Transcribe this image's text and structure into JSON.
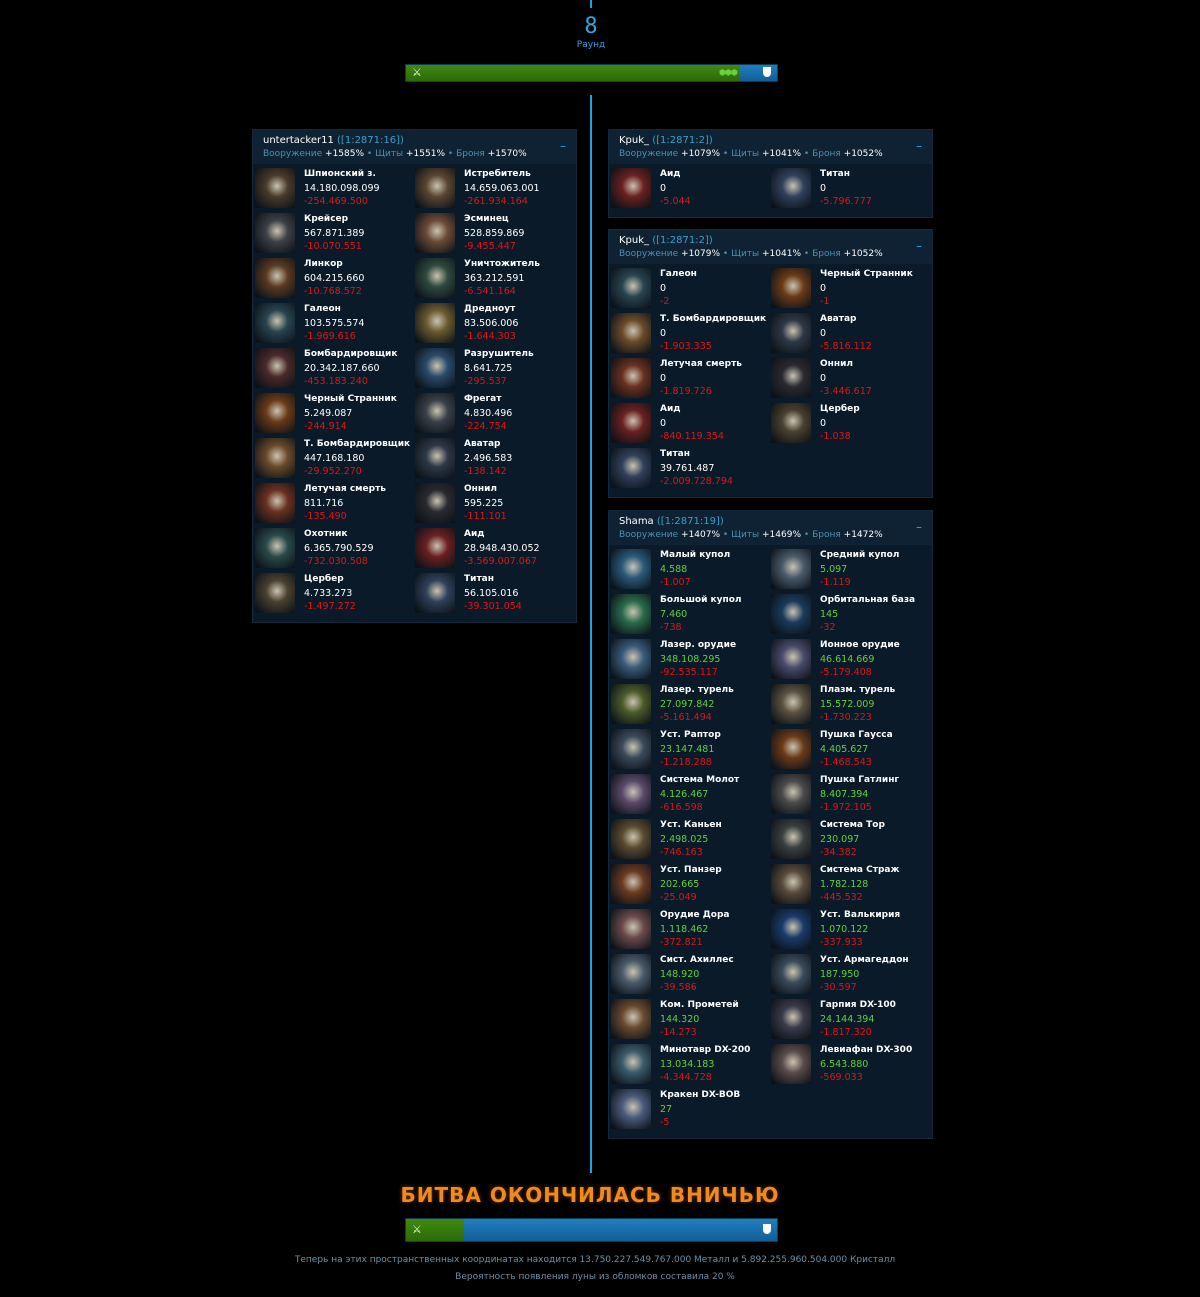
{
  "round": {
    "number": "8",
    "label": "Раунд"
  },
  "top_bar": {
    "attacker_share": 0.9,
    "hexes": "⬢⬢⬢"
  },
  "bottom_bar": {
    "attacker_share": 0.156
  },
  "stat_labels": {
    "weapons": "Вооружение",
    "shields": "Щиты",
    "armor": "Броня"
  },
  "attacker": {
    "name": "untertacker11",
    "coords": "([1:2871:16])",
    "weapons": "+1585%",
    "shields": "+1551%",
    "armor": "+1570%",
    "units": [
      {
        "name": "Шпионский з.",
        "count": "14.180.098.099",
        "loss": "-254.469.500",
        "color": "#4a3a2a"
      },
      {
        "name": "Истребитель",
        "count": "14.659.063.001",
        "loss": "-261.934.164",
        "color": "#5a4630"
      },
      {
        "name": "Крейсер",
        "count": "567.871.389",
        "loss": "-10.070.551",
        "color": "#3d4046"
      },
      {
        "name": "Эсминец",
        "count": "528.859.869",
        "loss": "-9.455.447",
        "color": "#6a4a36"
      },
      {
        "name": "Линкор",
        "count": "604.215.660",
        "loss": "-10.768.572",
        "color": "#5a3a22"
      },
      {
        "name": "Уничтожитель",
        "count": "363.212.591",
        "loss": "-6.541.164",
        "color": "#2f4a3e"
      },
      {
        "name": "Галеон",
        "count": "103.575.574",
        "loss": "-1.969.616",
        "color": "#284450"
      },
      {
        "name": "Дредноут",
        "count": "83.506.006",
        "loss": "-1.644.303",
        "color": "#6a5a30"
      },
      {
        "name": "Бомбардировщик",
        "count": "20.342.187.660",
        "loss": "-453.183.240",
        "color": "#4a2a2a"
      },
      {
        "name": "Разрушитель",
        "count": "8.641.725",
        "loss": "-295.537",
        "color": "#2a4a6a"
      },
      {
        "name": "Черный Странник",
        "count": "5.249.087",
        "loss": "-244.914",
        "color": "#6a3a18"
      },
      {
        "name": "Фрегат",
        "count": "4.830.496",
        "loss": "-224.754",
        "color": "#3a4048"
      },
      {
        "name": "Т. Бомбардировщик",
        "count": "447.168.180",
        "loss": "-29.952.270",
        "color": "#6a4a2a"
      },
      {
        "name": "Аватар",
        "count": "2.496.583",
        "loss": "-138.142",
        "color": "#2e3846"
      },
      {
        "name": "Летучая смерть",
        "count": "811.716",
        "loss": "-135.490",
        "color": "#6a3020"
      },
      {
        "name": "Оннил",
        "count": "595.225",
        "loss": "-111.101",
        "color": "#2a2a30"
      },
      {
        "name": "Охотник",
        "count": "6.365.790.529",
        "loss": "-732.030.508",
        "color": "#2a4a4a"
      },
      {
        "name": "Аид",
        "count": "28.948.430.052",
        "loss": "-3.569.007.067",
        "color": "#6a2020"
      },
      {
        "name": "Цербер",
        "count": "4.733.273",
        "loss": "-1.497.272",
        "color": "#4a4030"
      },
      {
        "name": "Титан",
        "count": "56.105.016",
        "loss": "-39.301.054",
        "color": "#30405a"
      }
    ]
  },
  "defenders": [
    {
      "name": "Kpuk_",
      "coords": "([1:2871:2])",
      "weapons": "+1079%",
      "shields": "+1041%",
      "armor": "+1052%",
      "units": [
        {
          "name": "Аид",
          "count": "0",
          "loss": "-5.044",
          "color": "#6a2020"
        },
        {
          "name": "Титан",
          "count": "0",
          "loss": "-5.796.777",
          "color": "#30405a"
        }
      ]
    },
    {
      "name": "Kpuk_",
      "coords": "([1:2871:2])",
      "weapons": "+1079%",
      "shields": "+1041%",
      "armor": "+1052%",
      "units": [
        {
          "name": "Галеон",
          "count": "0",
          "loss": "-2",
          "color": "#284450"
        },
        {
          "name": "Черный Странник",
          "count": "0",
          "loss": "-1",
          "color": "#6a3a18"
        },
        {
          "name": "Т. Бомбардировщик",
          "count": "0",
          "loss": "-1.903.335",
          "color": "#6a4a2a"
        },
        {
          "name": "Аватар",
          "count": "0",
          "loss": "-5.816.112",
          "color": "#2e3846"
        },
        {
          "name": "Летучая смерть",
          "count": "0",
          "loss": "-1.819.726",
          "color": "#6a3020"
        },
        {
          "name": "Оннил",
          "count": "0",
          "loss": "-3.446.617",
          "color": "#2a2a30"
        },
        {
          "name": "Аид",
          "count": "0",
          "loss": "-840.119.354",
          "color": "#6a2020"
        },
        {
          "name": "Цербер",
          "count": "0",
          "loss": "-1.038",
          "color": "#4a4030"
        },
        {
          "name": "Титан",
          "count": "39.761.487",
          "loss": "-2.009.728.794",
          "color": "#30405a"
        }
      ]
    },
    {
      "name": "Shama",
      "coords": "([1:2871:19])",
      "weapons": "+1407%",
      "shields": "+1469%",
      "armor": "+1472%",
      "green": true,
      "units": [
        {
          "name": "Малый купол",
          "count": "4.588",
          "loss": "-1.007",
          "color": "#2a5a7a"
        },
        {
          "name": "Средний купол",
          "count": "5.097",
          "loss": "-1.119",
          "color": "#4a5a6a"
        },
        {
          "name": "Большой купол",
          "count": "7.460",
          "loss": "-738",
          "color": "#2a6a4a"
        },
        {
          "name": "Орбитальная база",
          "count": "145",
          "loss": "-32",
          "color": "#1a3a5a"
        },
        {
          "name": "Лазер. орудие",
          "count": "348.108.295",
          "loss": "-92.535.117",
          "color": "#3a5a7a"
        },
        {
          "name": "Ионное орудие",
          "count": "46.614.669",
          "loss": "-5.179.408",
          "color": "#4a4a6a"
        },
        {
          "name": "Лазер. турель",
          "count": "27.097.842",
          "loss": "-5.161.494",
          "color": "#4a5a2a"
        },
        {
          "name": "Плазм. турель",
          "count": "15.572.009",
          "loss": "-1.730.223",
          "color": "#5a5040"
        },
        {
          "name": "Уст. Раптор",
          "count": "23.147.481",
          "loss": "-1.218.288",
          "color": "#3a4a5a"
        },
        {
          "name": "Пушка Гаусса",
          "count": "4.405.627",
          "loss": "-1.468.543",
          "color": "#6a3a1a"
        },
        {
          "name": "Система Молот",
          "count": "4.126.467",
          "loss": "-616.598",
          "color": "#5a4a6a"
        },
        {
          "name": "Пушка Гатлинг",
          "count": "8.407.394",
          "loss": "-1.972.105",
          "color": "#4a4a4a"
        },
        {
          "name": "Уст. Каньен",
          "count": "2.498.025",
          "loss": "-746.163",
          "color": "#5a4a30"
        },
        {
          "name": "Система Тор",
          "count": "230.097",
          "loss": "-34.382",
          "color": "#3a4040"
        },
        {
          "name": "Уст. Панзер",
          "count": "202.665",
          "loss": "-25.049",
          "color": "#6a3a20"
        },
        {
          "name": "Система Страж",
          "count": "1.782.128",
          "loss": "-445.532",
          "color": "#5a4a3a"
        },
        {
          "name": "Орудие Дора",
          "count": "1.118.462",
          "loss": "-372.821",
          "color": "#6a4a4a"
        },
        {
          "name": "Уст. Валькирия",
          "count": "1.070.122",
          "loss": "-337.933",
          "color": "#1a3a6a"
        },
        {
          "name": "Сист. Ахиллес",
          "count": "148.920",
          "loss": "-39.586",
          "color": "#4a5a6a"
        },
        {
          "name": "Уст. Армагеддон",
          "count": "187.950",
          "loss": "-30.597",
          "color": "#3a4a5a"
        },
        {
          "name": "Ком. Прометей",
          "count": "144.320",
          "loss": "-14.273",
          "color": "#6a4a30"
        },
        {
          "name": "Гарпия DX-100",
          "count": "24.144.394",
          "loss": "-1.817.320",
          "color": "#3a3a4a"
        },
        {
          "name": "Минотавр DX-200",
          "count": "13.034.183",
          "loss": "-4.344.728",
          "color": "#3a5a6a"
        },
        {
          "name": "Левиафан DX-300",
          "count": "6.543.880",
          "loss": "-569.033",
          "color": "#5a4a4a"
        },
        {
          "name": "Кракен DX-BOB",
          "count": "27",
          "loss": "-5",
          "color": "#4a5a7a"
        }
      ]
    }
  ],
  "result": "БИТВА ОКОНЧИЛАСЬ ВНИЧЬЮ",
  "footer": {
    "debris": "Теперь на этих пространственных координатах находится 13.750.227.549.767.000 Металл и 5.892.255.960.504.000 Кристалл",
    "moon": "Вероятность появления луны из обломков составила 20 %"
  },
  "collapse_symbol": "–",
  "sword_symbol": "⚔"
}
